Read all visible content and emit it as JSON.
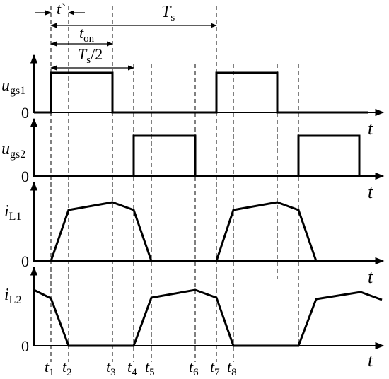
{
  "dimensions": {
    "t_prime": {
      "main": "t",
      "mark": "`"
    },
    "Ts": {
      "main": "T",
      "sub": "s"
    },
    "ton": {
      "main": "t",
      "sub": "on"
    },
    "Ts_half": {
      "main": "T",
      "sub": "s",
      "tail": "/2"
    }
  },
  "panels": [
    {
      "label_main": "u",
      "label_sub": "gs1",
      "zero": "0",
      "axis_label": "t"
    },
    {
      "label_main": "u",
      "label_sub": "gs2",
      "zero": "0",
      "axis_label": "t"
    },
    {
      "label_main": "i",
      "label_sub": "L1",
      "zero": "0",
      "axis_label": "t"
    },
    {
      "label_main": "i",
      "label_sub": "L2",
      "zero": "0",
      "axis_label": "t"
    }
  ],
  "time_marks": [
    {
      "main": "t",
      "sub": "1"
    },
    {
      "main": "t",
      "sub": "2"
    },
    {
      "main": "t",
      "sub": "3"
    },
    {
      "main": "t",
      "sub": "4"
    },
    {
      "main": "t",
      "sub": "5"
    },
    {
      "main": "t",
      "sub": "6"
    },
    {
      "main": "t",
      "sub": "7"
    },
    {
      "main": "t",
      "sub": "8"
    }
  ]
}
